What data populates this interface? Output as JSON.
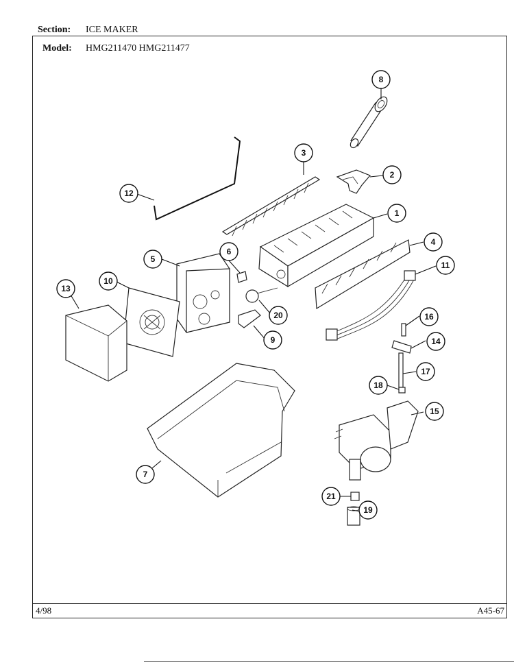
{
  "header": {
    "section_label": "Section:",
    "section_value": "ICE MAKER",
    "model_label": "Model:",
    "model_value": "HMG211470 HMG211477"
  },
  "footer": {
    "date": "4/98",
    "code": "A45-67"
  },
  "callouts": [
    {
      "id": "1",
      "label": "1"
    },
    {
      "id": "2",
      "label": "2"
    },
    {
      "id": "3",
      "label": "3"
    },
    {
      "id": "4",
      "label": "4"
    },
    {
      "id": "5",
      "label": "5"
    },
    {
      "id": "6",
      "label": "6"
    },
    {
      "id": "7",
      "label": "7"
    },
    {
      "id": "8",
      "label": "8"
    },
    {
      "id": "9",
      "label": "9"
    },
    {
      "id": "10",
      "label": "10"
    },
    {
      "id": "11",
      "label": "11"
    },
    {
      "id": "12",
      "label": "12"
    },
    {
      "id": "13",
      "label": "13"
    },
    {
      "id": "14",
      "label": "14"
    },
    {
      "id": "15",
      "label": "15"
    },
    {
      "id": "16",
      "label": "16"
    },
    {
      "id": "17",
      "label": "17"
    },
    {
      "id": "18",
      "label": "18"
    },
    {
      "id": "19",
      "label": "19"
    },
    {
      "id": "20",
      "label": "20"
    },
    {
      "id": "21",
      "label": "21"
    }
  ]
}
